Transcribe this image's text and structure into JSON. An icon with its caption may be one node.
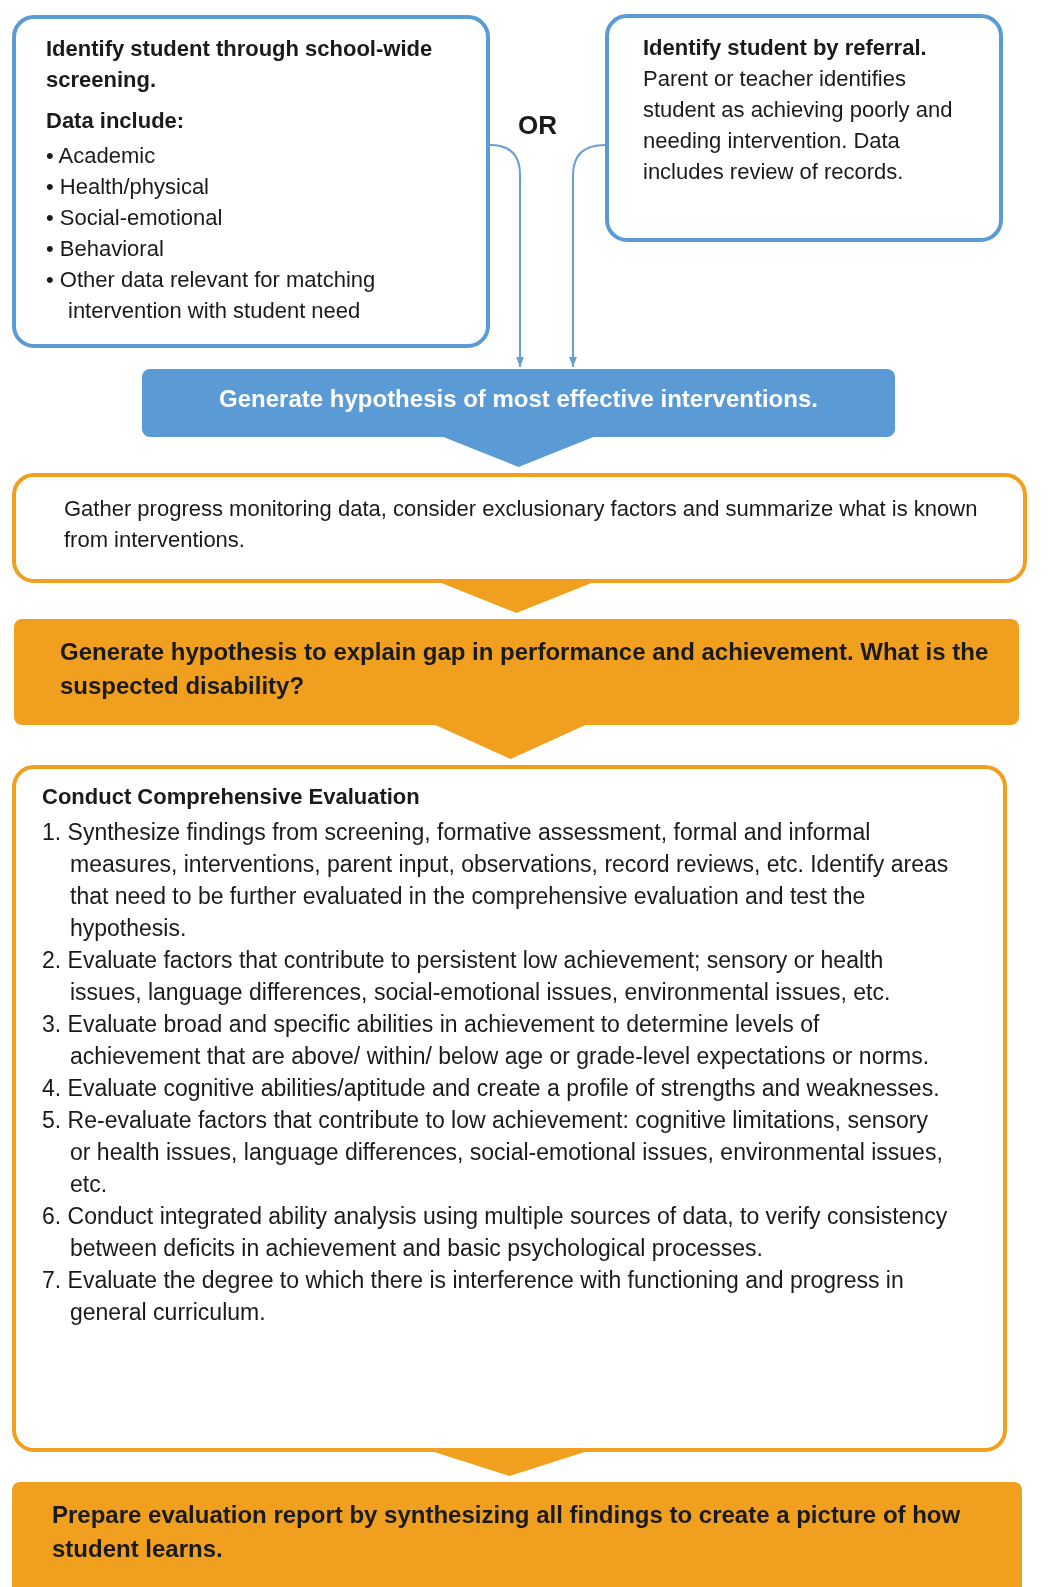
{
  "diagram": {
    "nodes": [
      {
        "text": [
          "Identify student through school-wide screening.",
          "Data include:",
          "• Academic",
          "• Health/physical",
          "• Social-emotional",
          "• Behavioral",
          "• Other data relevant for matching intervention with student need"
        ]
      },
      {
        "text": [
          "Identify student by referral.",
          "Parent or teacher identifies student as achieving poorly and needing intervention. Data includes review of records."
        ]
      },
      {
        "text": [
          "Generate hypothesis of most effective interventions."
        ]
      },
      {
        "text": [
          "Gather progress monitoring data, consider exclusionary factors and summarize what is known from interventions."
        ]
      },
      {
        "text": [
          "Generate hypothesis to explain gap in performance and achievement. What is the suspected disability?"
        ]
      },
      {
        "text": [
          "Conduct Comprehensive Evaluation",
          "1. Synthesize findings from screening, formative assessment, formal and informal measures, interventions, parent input, observations, record reviews, etc. Identify areas that need to be further evaluated in the comprehensive evaluation and test the hypothesis.",
          "2. Evaluate factors that contribute to persistent low achievement; sensory or health issues, language differences, social-emotional issues, environmental issues, etc.",
          "3. Evaluate broad and specific abilities in achievement to determine levels of achievement that are above/ within/ below age or grade-level expectations or norms.",
          "4. Evaluate cognitive abilities/aptitude and create a profile of strengths and weaknesses.",
          "5. Re-evaluate factors that contribute to low achievement: cognitive limitations, sensory or health issues, language differences, social-emotional issues, environmental issues, etc.",
          "6. Conduct integrated ability analysis using multiple sources of data, to verify consistency between deficits in achievement and basic psychological processes.",
          "7. Evaluate the degree to which there is interference with functioning and progress in general curriculum."
        ]
      },
      {
        "text": [
          "Prepare evaluation report by synthesizing all findings to create a picture of how student learns."
        ]
      }
    ],
    "edges": [
      {
        "from": 0,
        "to": 2,
        "arrow": "to",
        "color": "#6a9fd4"
      },
      {
        "from": 1,
        "to": 2,
        "arrow": "to",
        "color": "#6a9fd4"
      },
      {
        "from": 2,
        "to": 3,
        "arrow": "to",
        "color": "#5b9bd5"
      },
      {
        "from": 3,
        "to": 4,
        "arrow": "to",
        "color": "#f0a01e"
      },
      {
        "from": 4,
        "to": 5,
        "arrow": "to",
        "color": "#f0a01e"
      },
      {
        "from": 5,
        "to": 6,
        "arrow": "to",
        "color": "#f0a01e"
      }
    ],
    "labels": [
      "OR"
    ]
  }
}
